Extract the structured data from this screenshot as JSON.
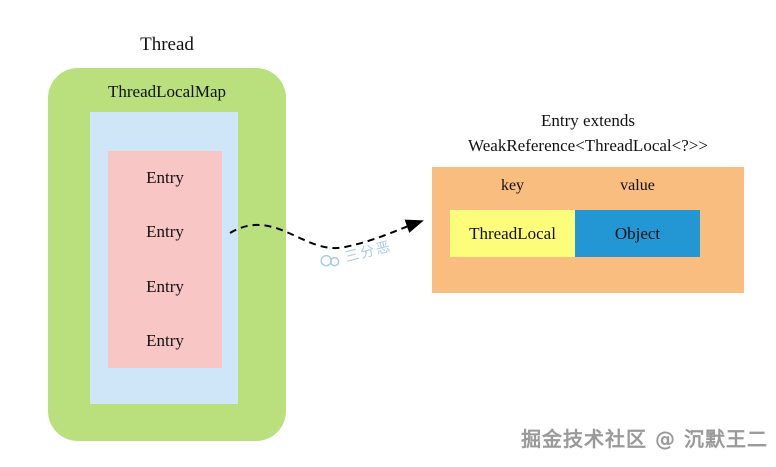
{
  "diagram": {
    "thread": {
      "label": "Thread"
    },
    "threadlocalmap": {
      "label": "ThreadLocalMap"
    },
    "entries": [
      "Entry",
      "Entry",
      "Entry",
      "Entry"
    ],
    "entry_box": {
      "title_line1": "Entry extends",
      "title_line2": "WeakReference<ThreadLocal<?>>",
      "key_header": "key",
      "value_header": "value",
      "key_cell": "ThreadLocal",
      "value_cell": "Object"
    },
    "watermarks": {
      "center": "三分恶",
      "bottom": "掘金技术社区 @ 沉默王二"
    },
    "colors": {
      "thread_box": "#b9e07c",
      "map_box": "#cfe5f8",
      "entry_stack": "#f9c6c6",
      "entry_table": "#f9bd80",
      "key_cell": "#fdfd7c",
      "value_cell": "#2297d3",
      "arrow": "#000000",
      "watermark_gray": "#9a9a9a",
      "watermark_blue": "#a9cbe7"
    }
  }
}
